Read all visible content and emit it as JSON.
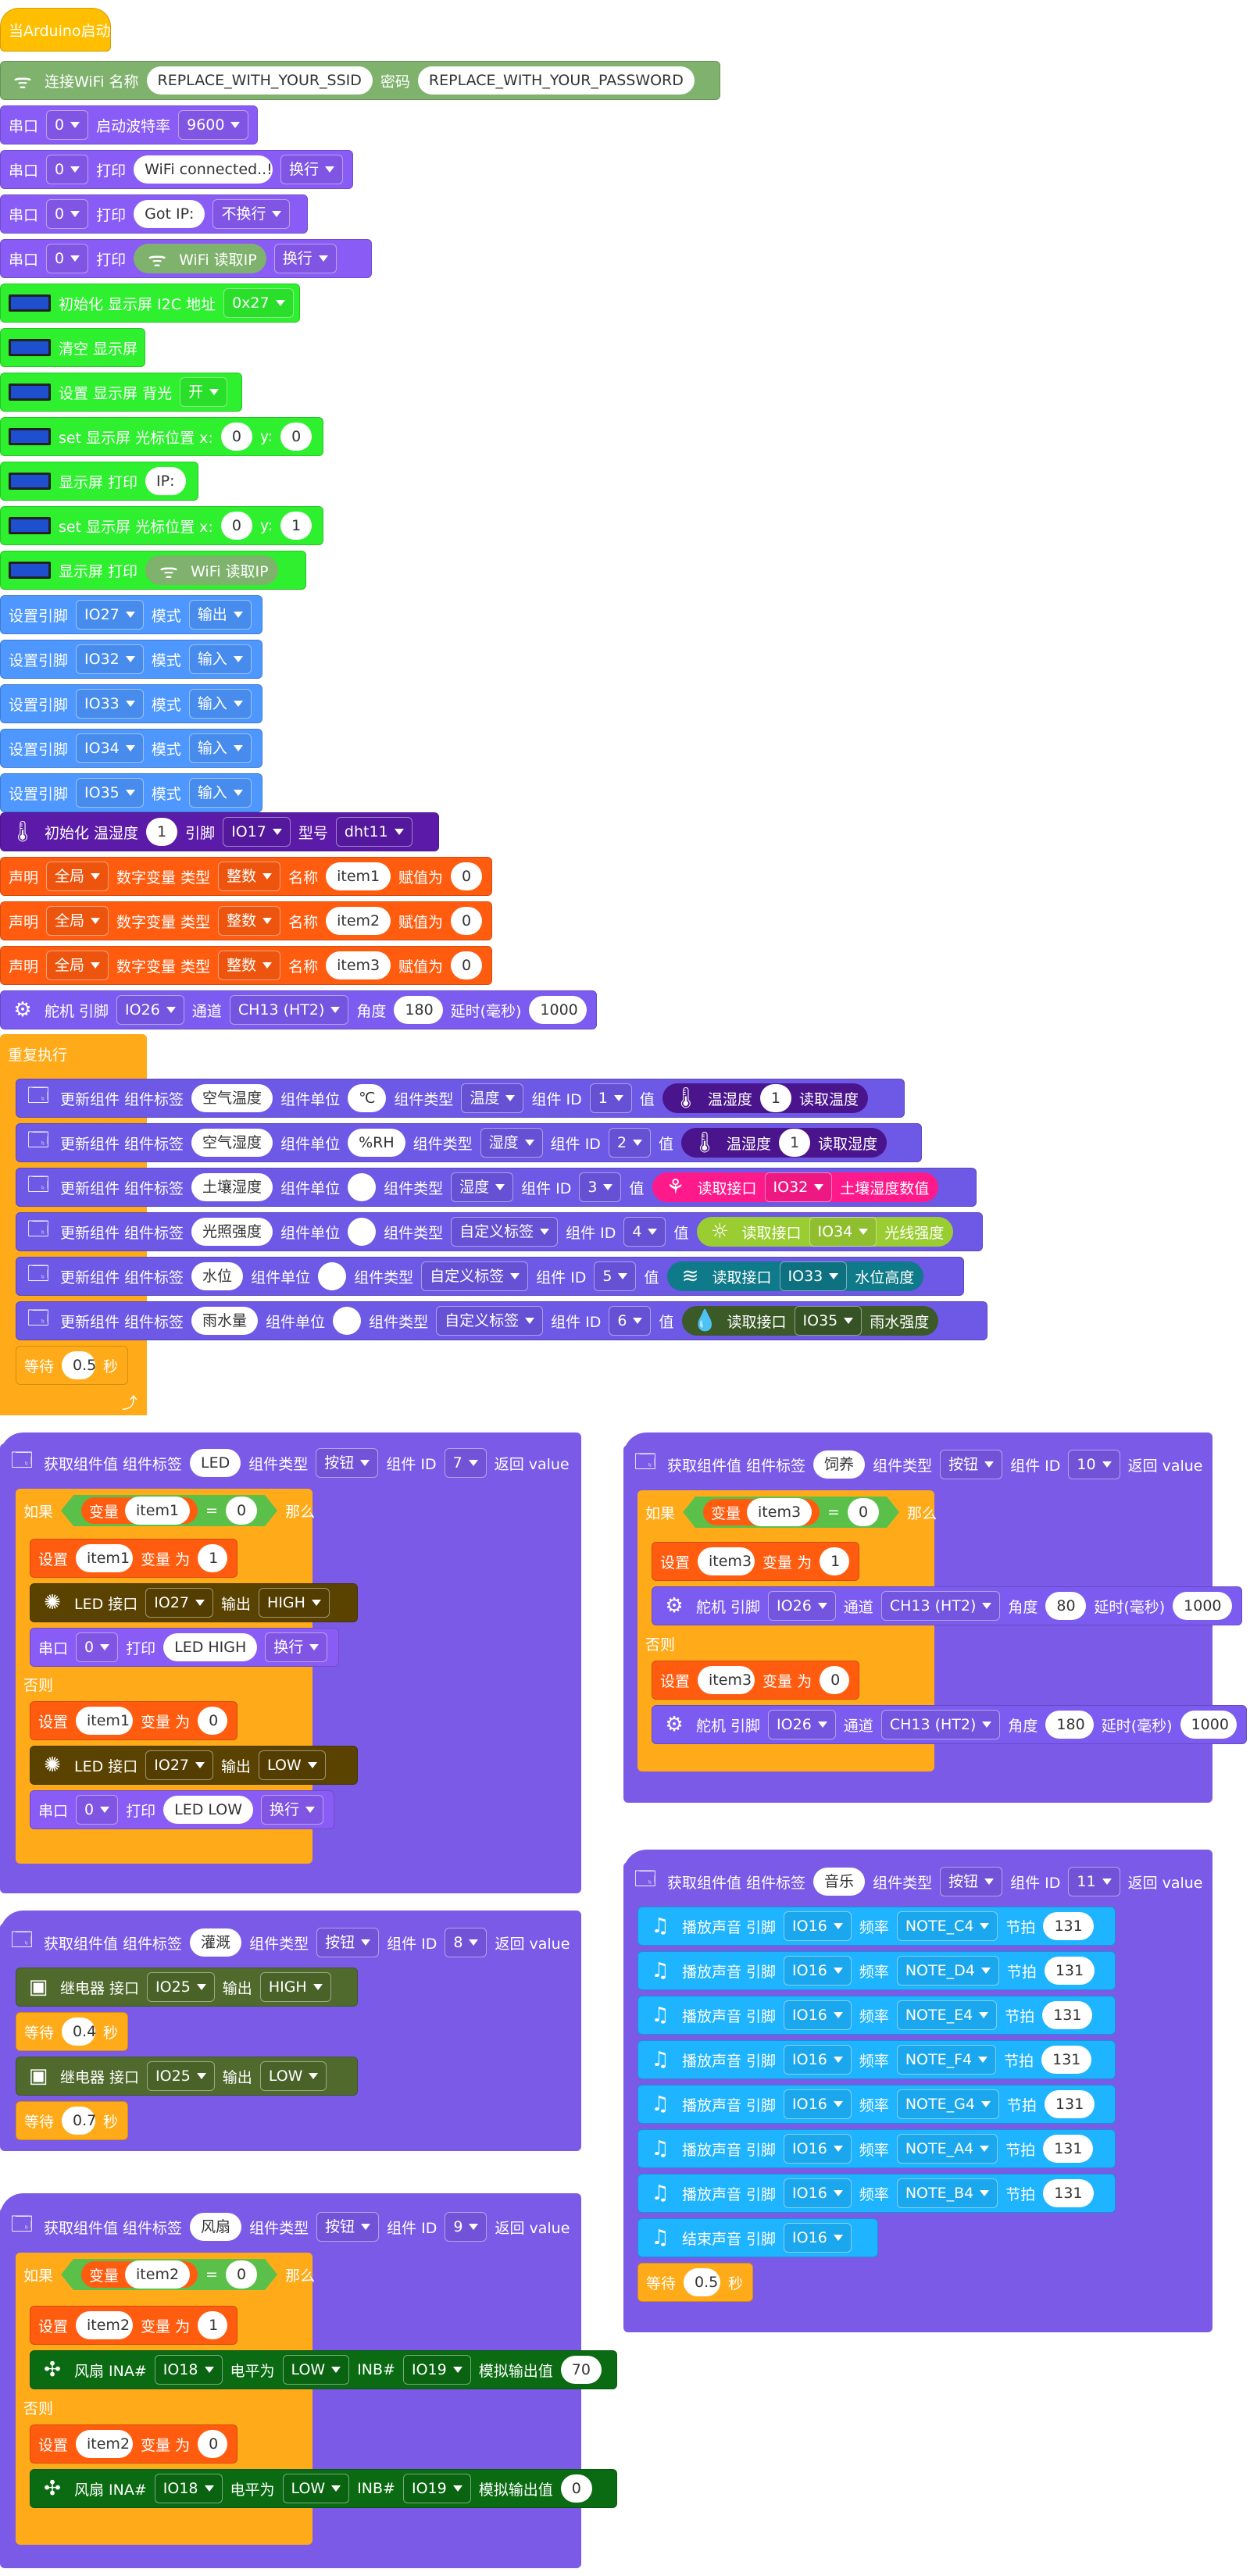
{
  "setup": {
    "start_label": "当Arduino启动",
    "wifi": {
      "connect": "连接WiFi 名称",
      "ssid": "REPLACE_WITH_YOUR_SSID",
      "pwd_label": "密码",
      "password": "REPLACE_WITH_YOUR_PASSWORD"
    },
    "serial_begin": {
      "label": "串口",
      "port": "0",
      "baud_label": "启动波特率",
      "baud": "9600"
    },
    "serial_print1": {
      "label": "串口",
      "port": "0",
      "print": "打印",
      "text": "WiFi connected..!",
      "nl": "换行"
    },
    "serial_print2": {
      "label": "串口",
      "port": "0",
      "print": "打印",
      "text": "Got IP:",
      "nl": "不换行"
    },
    "serial_print3": {
      "label": "串口",
      "port": "0",
      "print": "打印",
      "inner": "WiFi 读取IP",
      "nl": "换行"
    },
    "lcd_init": {
      "label": "初始化 显示屏 I2C 地址",
      "addr": "0x27"
    },
    "lcd_clear": {
      "label": "清空 显示屏"
    },
    "lcd_backlight": {
      "label": "设置 显示屏 背光",
      "value": "开"
    },
    "lcd_cursor1": {
      "label": "set 显示屏 光标位置 x:",
      "x": "0",
      "ylabel": "y:",
      "y": "0"
    },
    "lcd_print1": {
      "label": "显示屏 打印",
      "text": "IP:"
    },
    "lcd_cursor2": {
      "label": "set 显示屏 光标位置 x:",
      "x": "0",
      "ylabel": "y:",
      "y": "1"
    },
    "lcd_print2": {
      "label": "显示屏 打印",
      "inner": "WiFi 读取IP"
    },
    "pins": [
      {
        "label": "设置引脚",
        "pin": "IO27",
        "mode_label": "模式",
        "mode": "输出"
      },
      {
        "label": "设置引脚",
        "pin": "IO32",
        "mode_label": "模式",
        "mode": "输入"
      },
      {
        "label": "设置引脚",
        "pin": "IO33",
        "mode_label": "模式",
        "mode": "输入"
      },
      {
        "label": "设置引脚",
        "pin": "IO34",
        "mode_label": "模式",
        "mode": "输入"
      },
      {
        "label": "设置引脚",
        "pin": "IO35",
        "mode_label": "模式",
        "mode": "输入"
      }
    ],
    "dht": {
      "label": "初始化 温湿度",
      "num": "1",
      "pin_label": "引脚",
      "pin": "IO17",
      "type_label": "型号",
      "type": "dht11"
    },
    "vars": [
      {
        "label": "声明",
        "scope": "全局",
        "kind": "数字变量 类型",
        "type": "整数",
        "name_label": "名称",
        "name": "item1",
        "assign": "赋值为",
        "value": "0"
      },
      {
        "label": "声明",
        "scope": "全局",
        "kind": "数字变量 类型",
        "type": "整数",
        "name_label": "名称",
        "name": "item2",
        "assign": "赋值为",
        "value": "0"
      },
      {
        "label": "声明",
        "scope": "全局",
        "kind": "数字变量 类型",
        "type": "整数",
        "name_label": "名称",
        "name": "item3",
        "assign": "赋值为",
        "value": "0"
      }
    ],
    "servo": {
      "label": "舵机 引脚",
      "pin": "IO26",
      "ch_label": "通道",
      "ch": "CH13 (HT2)",
      "angle_label": "角度",
      "angle": "180",
      "delay_label": "延时(毫秒)",
      "delay": "1000"
    }
  },
  "loop": {
    "label": "重复执行",
    "updates": [
      {
        "label": "更新组件 组件标签",
        "tag": "空气温度",
        "unit_label": "组件单位",
        "unit": "℃",
        "type_label": "组件类型",
        "type": "温度",
        "id_label": "组件 ID",
        "id": "1",
        "val_label": "值",
        "v1": "温湿度",
        "v2": "1",
        "v3": "读取温度"
      },
      {
        "label": "更新组件 组件标签",
        "tag": "空气湿度",
        "unit_label": "组件单位",
        "unit": "%RH",
        "type_label": "组件类型",
        "type": "湿度",
        "id_label": "组件 ID",
        "id": "2",
        "val_label": "值",
        "v1": "温湿度",
        "v2": "1",
        "v3": "读取湿度"
      },
      {
        "label": "更新组件 组件标签",
        "tag": "土壤湿度",
        "unit_label": "组件单位",
        "unit": "",
        "type_label": "组件类型",
        "type": "湿度",
        "id_label": "组件 ID",
        "id": "3",
        "val_label": "值",
        "v1": "读取接口",
        "v2": "IO32",
        "v3": "土壤湿度数值"
      },
      {
        "label": "更新组件 组件标签",
        "tag": "光照强度",
        "unit_label": "组件单位",
        "unit": "",
        "type_label": "组件类型",
        "type": "自定义标签",
        "id_label": "组件 ID",
        "id": "4",
        "val_label": "值",
        "v1": "读取接口",
        "v2": "IO34",
        "v3": "光线强度"
      },
      {
        "label": "更新组件 组件标签",
        "tag": "水位",
        "unit_label": "组件单位",
        "unit": "",
        "type_label": "组件类型",
        "type": "自定义标签",
        "id_label": "组件 ID",
        "id": "5",
        "val_label": "值",
        "v1": "读取接口",
        "v2": "IO33",
        "v3": "水位高度"
      },
      {
        "label": "更新组件 组件标签",
        "tag": "雨水量",
        "unit_label": "组件单位",
        "unit": "",
        "type_label": "组件类型",
        "type": "自定义标签",
        "id_label": "组件 ID",
        "id": "6",
        "val_label": "值",
        "v1": "读取接口",
        "v2": "IO35",
        "v3": "雨水强度"
      }
    ],
    "wait": {
      "label": "等待",
      "value": "0.5",
      "unit": "秒"
    }
  },
  "led_fn": {
    "head": {
      "label": "获取组件值 组件标签",
      "tag": "LED",
      "type_label": "组件类型",
      "type": "按钮",
      "id_label": "组件 ID",
      "id": "7",
      "ret": "返回 value"
    },
    "if_label": "如果",
    "var_label": "变量",
    "var": "item1",
    "eq": "=",
    "cmp": "0",
    "then": "那么",
    "set1": {
      "label": "设置",
      "var": "item1",
      "to": "变量 为",
      "value": "1"
    },
    "led_on": {
      "label": "LED 接口",
      "pin": "IO27",
      "out": "输出",
      "level": "HIGH"
    },
    "ser_on": {
      "label": "串口",
      "port": "0",
      "print": "打印",
      "text": "LED HIGH",
      "nl": "换行"
    },
    "else_label": "否则",
    "set2": {
      "label": "设置",
      "var": "item1",
      "to": "变量 为",
      "value": "0"
    },
    "led_off": {
      "label": "LED 接口",
      "pin": "IO27",
      "out": "输出",
      "level": "LOW"
    },
    "ser_off": {
      "label": "串口",
      "port": "0",
      "print": "打印",
      "text": "LED LOW",
      "nl": "换行"
    }
  },
  "pump_fn": {
    "head": {
      "label": "获取组件值 组件标签",
      "tag": "灌溉",
      "type_label": "组件类型",
      "type": "按钮",
      "id_label": "组件 ID",
      "id": "8",
      "ret": "返回 value"
    },
    "r1": {
      "label": "继电器 接口",
      "pin": "IO25",
      "out": "输出",
      "level": "HIGH"
    },
    "w1": {
      "label": "等待",
      "value": "0.4",
      "unit": "秒"
    },
    "r2": {
      "label": "继电器 接口",
      "pin": "IO25",
      "out": "输出",
      "level": "LOW"
    },
    "w2": {
      "label": "等待",
      "value": "0.7",
      "unit": "秒"
    }
  },
  "fan_fn": {
    "head": {
      "label": "获取组件值 组件标签",
      "tag": "风扇",
      "type_label": "组件类型",
      "type": "按钮",
      "id_label": "组件 ID",
      "id": "9",
      "ret": "返回 value"
    },
    "if_label": "如果",
    "var_label": "变量",
    "var": "item2",
    "eq": "=",
    "cmp": "0",
    "then": "那么",
    "set1": {
      "label": "设置",
      "var": "item2",
      "to": "变量 为",
      "value": "1"
    },
    "fan1": {
      "label": "风扇 INA#",
      "ina": "IO18",
      "lv": "电平为",
      "lvv": "LOW",
      "inb": "INB#",
      "inbv": "IO19",
      "pwm": "模拟输出值",
      "pwmv": "70"
    },
    "else_label": "否则",
    "set2": {
      "label": "设置",
      "var": "item2",
      "to": "变量 为",
      "value": "0"
    },
    "fan2": {
      "label": "风扇 INA#",
      "ina": "IO18",
      "lv": "电平为",
      "lvv": "LOW",
      "inb": "INB#",
      "inbv": "IO19",
      "pwm": "模拟输出值",
      "pwmv": "0"
    }
  },
  "feed_fn": {
    "head": {
      "label": "获取组件值 组件标签",
      "tag": "饲养",
      "type_label": "组件类型",
      "type": "按钮",
      "id_label": "组件 ID",
      "id": "10",
      "ret": "返回 value"
    },
    "if_label": "如果",
    "var_label": "变量",
    "var": "item3",
    "eq": "=",
    "cmp": "0",
    "then": "那么",
    "set1": {
      "label": "设置",
      "var": "item3",
      "to": "变量 为",
      "value": "1"
    },
    "s1": {
      "label": "舵机 引脚",
      "pin": "IO26",
      "ch_label": "通道",
      "ch": "CH13 (HT2)",
      "angle_label": "角度",
      "angle": "80",
      "delay_label": "延时(毫秒)",
      "delay": "1000"
    },
    "else_label": "否则",
    "set2": {
      "label": "设置",
      "var": "item3",
      "to": "变量 为",
      "value": "0"
    },
    "s2": {
      "label": "舵机 引脚",
      "pin": "IO26",
      "ch_label": "通道",
      "ch": "CH13 (HT2)",
      "angle_label": "角度",
      "angle": "180",
      "delay_label": "延时(毫秒)",
      "delay": "1000"
    }
  },
  "music_fn": {
    "head": {
      "label": "获取组件值 组件标签",
      "tag": "音乐",
      "type_label": "组件类型",
      "type": "按钮",
      "id_label": "组件 ID",
      "id": "11",
      "ret": "返回 value"
    },
    "notes": [
      {
        "label": "播放声音 引脚",
        "pin": "IO16",
        "f_label": "频率",
        "note": "NOTE_C4",
        "b_label": "节拍",
        "beat": "131"
      },
      {
        "label": "播放声音 引脚",
        "pin": "IO16",
        "f_label": "频率",
        "note": "NOTE_D4",
        "b_label": "节拍",
        "beat": "131"
      },
      {
        "label": "播放声音 引脚",
        "pin": "IO16",
        "f_label": "频率",
        "note": "NOTE_E4",
        "b_label": "节拍",
        "beat": "131"
      },
      {
        "label": "播放声音 引脚",
        "pin": "IO16",
        "f_label": "频率",
        "note": "NOTE_F4",
        "b_label": "节拍",
        "beat": "131"
      },
      {
        "label": "播放声音 引脚",
        "pin": "IO16",
        "f_label": "频率",
        "note": "NOTE_G4",
        "b_label": "节拍",
        "beat": "131"
      },
      {
        "label": "播放声音 引脚",
        "pin": "IO16",
        "f_label": "频率",
        "note": "NOTE_A4",
        "b_label": "节拍",
        "beat": "131"
      },
      {
        "label": "播放声音 引脚",
        "pin": "IO16",
        "f_label": "频率",
        "note": "NOTE_B4",
        "b_label": "节拍",
        "beat": "131"
      }
    ],
    "stop": {
      "label": "结束声音 引脚",
      "pin": "IO16"
    },
    "wait": {
      "label": "等待",
      "value": "0.5",
      "unit": "秒"
    }
  }
}
